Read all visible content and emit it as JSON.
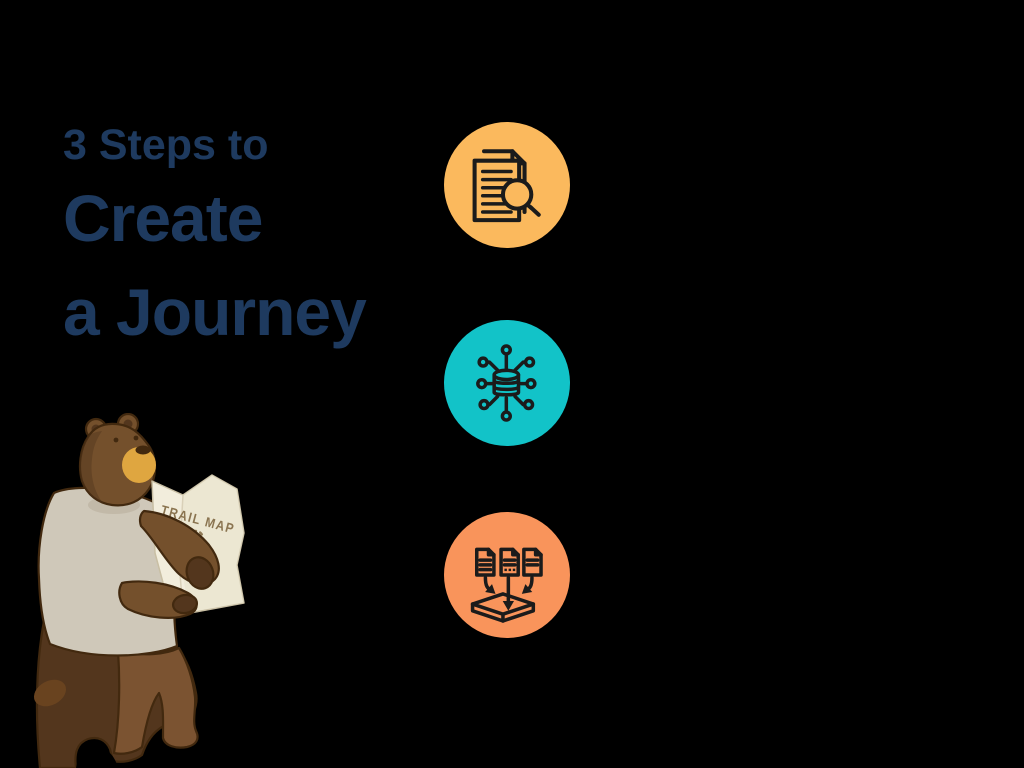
{
  "theme": {
    "background": "#000000",
    "title_color": "#1E3A5F",
    "icon_stroke": "#1B1B1B"
  },
  "title": {
    "kicker": "3 Steps to",
    "line1": "Create",
    "line2": "a Journey"
  },
  "steps": [
    {
      "icon": "document-search-icon",
      "bg": "#FBB95D"
    },
    {
      "icon": "data-network-icon",
      "bg": "#12C3C8"
    },
    {
      "icon": "document-merge-icon",
      "bg": "#F9945B"
    }
  ],
  "bear": {
    "map_label": "TRAIL MAP",
    "colors": {
      "fur": "#74502C",
      "fur_dark": "#53361D",
      "fur_light": "#7B5331",
      "patch": "#69431F",
      "muzzle": "#DFA640",
      "shirt": "#CFC8B9",
      "paper": "#F2EDDC",
      "ink": "#8A7450",
      "outline": "#42290F"
    }
  }
}
